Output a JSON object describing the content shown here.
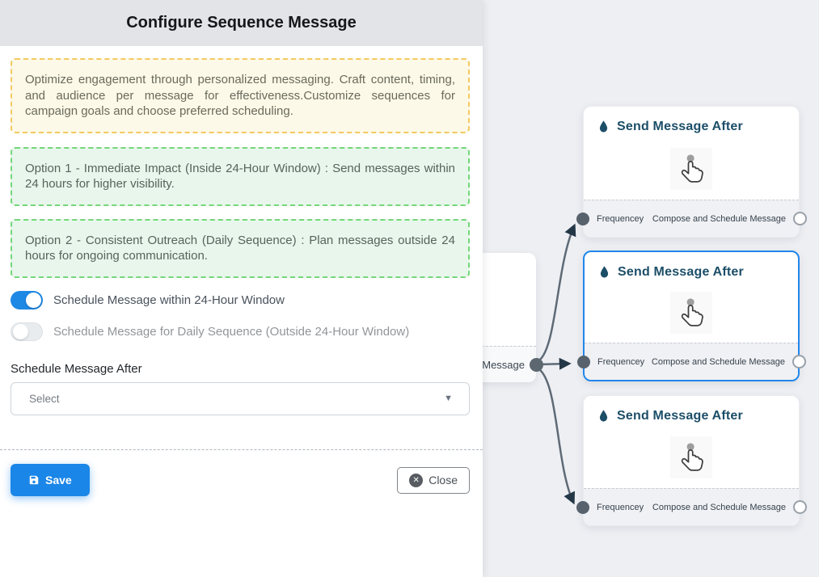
{
  "dialog": {
    "title": "Configure Sequence Message",
    "info_box": "Optimize engagement through personalized messaging. Craft content, timing, and audience per message for effectiveness.Customize sequences for campaign goals and choose preferred scheduling.",
    "option1": "Option 1 - Immediate Impact (Inside 24-Hour Window) : Send messages within 24 hours for higher visibility.",
    "option2": "Option 2 - Consistent Outreach (Daily Sequence) : Plan messages outside 24 hours for ongoing communication.",
    "toggles": [
      {
        "label": "Schedule Message within 24-Hour Window",
        "state": "on"
      },
      {
        "label": "Schedule Message for Daily Sequence (Outside 24-Hour Window)",
        "state": "off"
      }
    ],
    "schedule_after": {
      "label": "Schedule Message After",
      "value": "Select"
    },
    "buttons": {
      "save": "Save",
      "close": "Close",
      "close_icon": "✕"
    }
  },
  "canvas": {
    "source_node": {
      "footer_label": "ce Message"
    },
    "nodes": [
      {
        "title": "Send Message After",
        "footer_left": "Frequencey",
        "footer_right": "Compose and Schedule Message",
        "selected": false
      },
      {
        "title": "Send Message After",
        "footer_left": "Frequencey",
        "footer_right": "Compose and Schedule Message",
        "selected": true
      },
      {
        "title": "Send Message After",
        "footer_left": "Frequencey",
        "footer_right": "Compose and Schedule Message",
        "selected": false
      }
    ]
  },
  "colors": {
    "toggle_on": "#1e88e5",
    "save_button": "#1a86e8",
    "selected_node_border": "#2186eb",
    "node_title": "#1c4e68",
    "edge": "#5e6a76",
    "arrowhead": "#243746",
    "info_border": "#f3c95f",
    "option_border": "#74d67a",
    "header_bg": "#e2e4e8"
  }
}
